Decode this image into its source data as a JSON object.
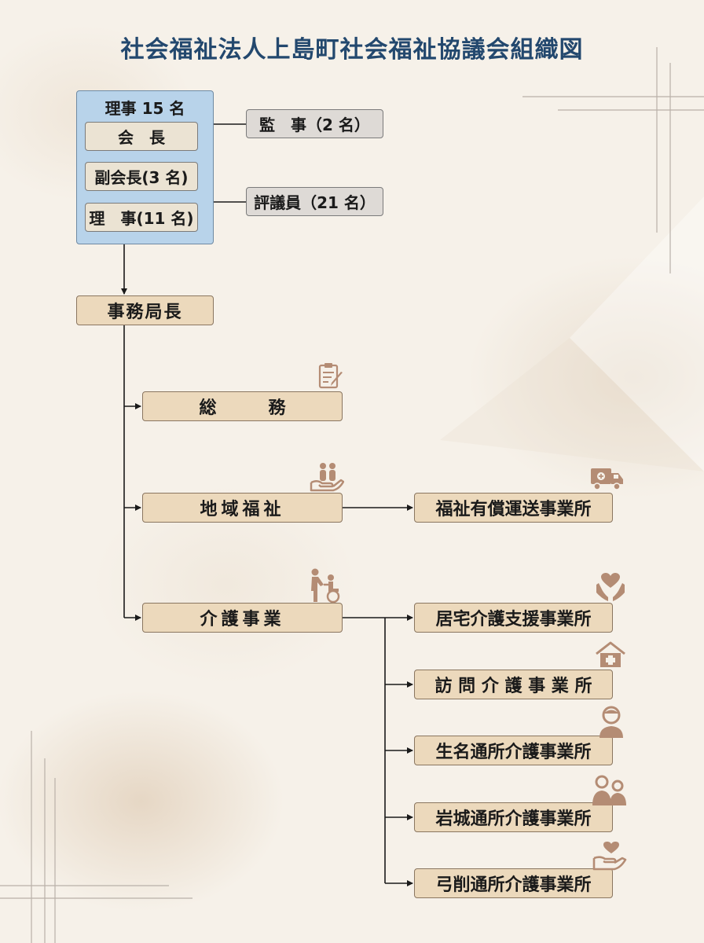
{
  "title": "社会福祉法人上島町社会福祉協議会組織図",
  "board": {
    "title": "理事 15 名",
    "chair": "会　長",
    "vice_chair": "副会長(3 名)",
    "directors": "理　事(11 名)"
  },
  "auditors": "監　事（2 名）",
  "councilors": "評議員（21 名）",
  "secretary_general": "事務局長",
  "departments": {
    "general_affairs": "総　　　務",
    "community_welfare": "地域福祉",
    "care_services": "介護事業"
  },
  "offices": {
    "transport": "福祉有償運送事業所",
    "home_care_support": "居宅介護支援事業所",
    "home_visit_care": "訪 問 介 護 事 業 所",
    "ikina_day_care": "生名通所介護事業所",
    "iwagi_day_care": "岩城通所介護事業所",
    "yuge_day_care": "弓削通所介護事業所"
  },
  "colors": {
    "title": "#23486e",
    "board_fill": "#b8d3ea",
    "box_fill": "#ecd9bc",
    "grey_fill": "#dedad6",
    "icon": "#b48c74"
  }
}
